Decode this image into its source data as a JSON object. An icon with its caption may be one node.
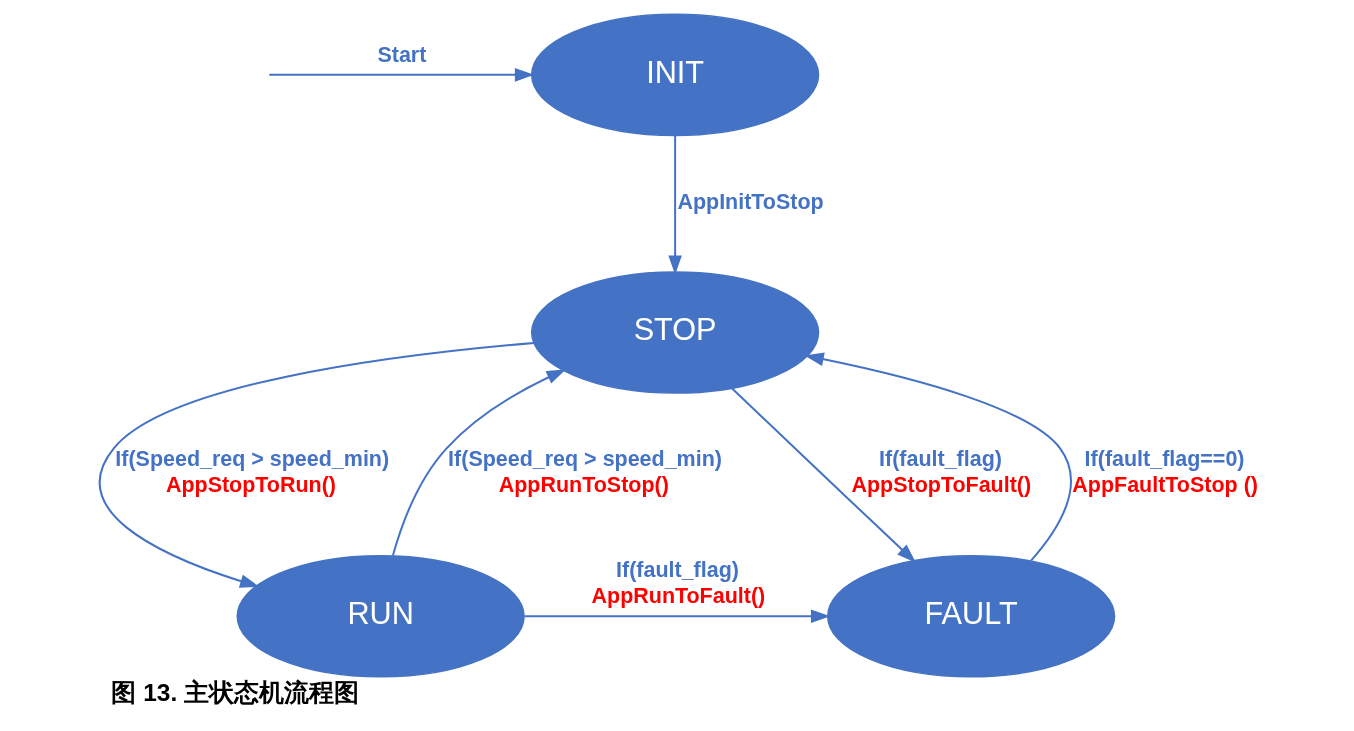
{
  "diagram": {
    "caption": "图 13. 主状态机流程图",
    "nodes": [
      {
        "text": [
          "INIT"
        ]
      },
      {
        "text": [
          "STOP"
        ]
      },
      {
        "text": [
          "FAULT"
        ]
      },
      {
        "text": [
          "RUN"
        ]
      }
    ],
    "edges": [
      {
        "from": null,
        "to": 0,
        "arrow": "to",
        "label": [
          "Start"
        ]
      },
      {
        "from": 0,
        "to": 1,
        "arrow": "to",
        "label": [
          "AppInitToStop"
        ]
      },
      {
        "from": 2,
        "to": 1,
        "arrow": "to",
        "label": [
          "If(fault_flag==0)",
          "AppFaultToStop ()"
        ]
      },
      {
        "from": 1,
        "to": 2,
        "arrow": "to",
        "label": [
          "If(fault_flag)",
          "AppStopToFault()"
        ]
      },
      {
        "from": 3,
        "to": 1,
        "arrow": "to",
        "label": [
          "If(Speed_req > speed_min)",
          "AppRunToStop()"
        ]
      },
      {
        "from": 1,
        "to": 3,
        "arrow": "to",
        "label": [
          "If(Speed_req > speed_min)",
          "AppStopToRun()"
        ]
      },
      {
        "from": 3,
        "to": 2,
        "arrow": "to",
        "label": [
          "If(fault_flag)",
          "AppRunToFault()"
        ]
      }
    ]
  }
}
